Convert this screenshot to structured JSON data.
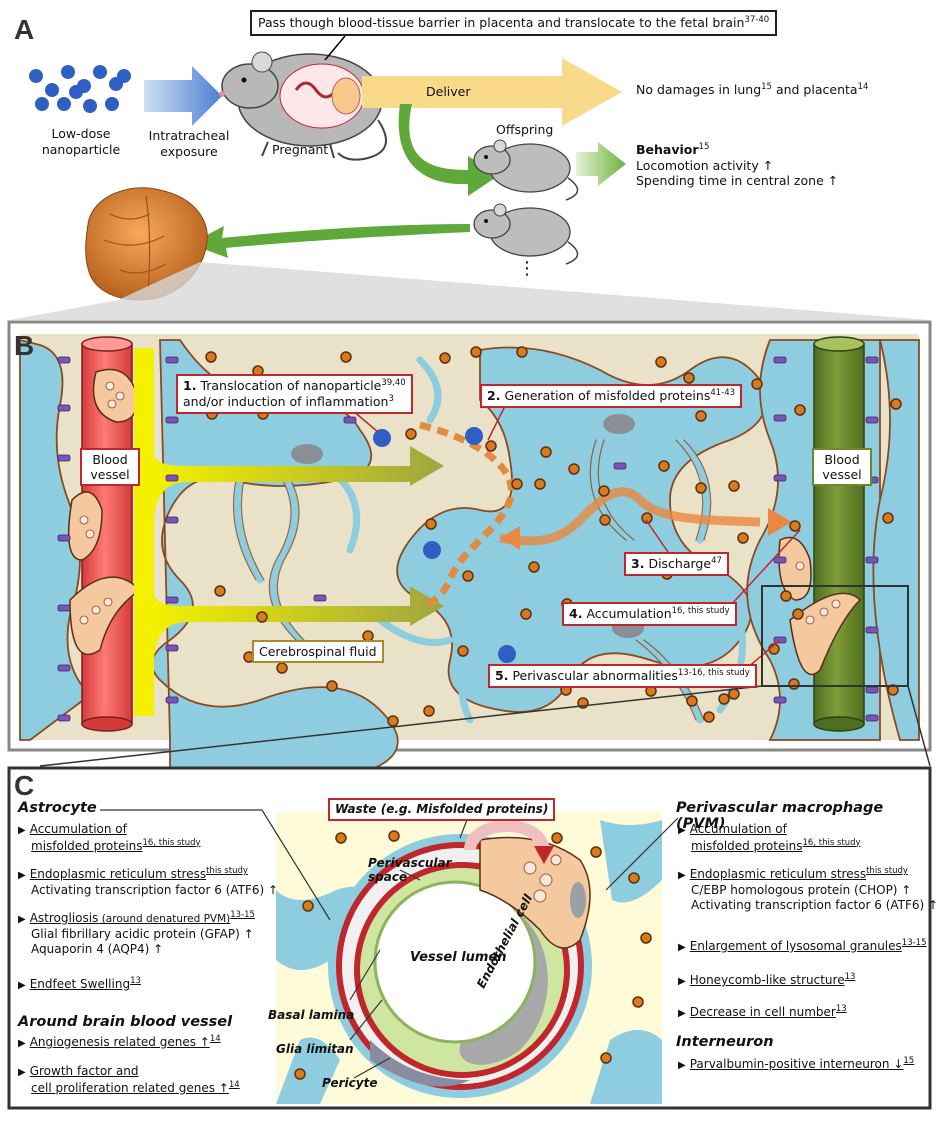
{
  "panels": {
    "a": "A",
    "b": "B",
    "c": "C"
  },
  "panel_a": {
    "barrier_text": "Pass though blood-tissue barrier in placenta and translocate to the fetal brain",
    "barrier_ref": "37-40",
    "nanoparticle_label_1": "Low-dose",
    "nanoparticle_label_2": "nanoparticle",
    "exposure_label_1": "Intratracheal",
    "exposure_label_2": "exposure",
    "pregnant_label": "Pregnant",
    "deliver_label": "Deliver",
    "no_damage_1": "No damages in lung",
    "no_damage_ref1": "15",
    "no_damage_2": " and placenta",
    "no_damage_ref2": "14",
    "offspring_label": "Offspring",
    "behavior_title": "Behavior",
    "behavior_ref": "15",
    "behavior_1": "Locomotion activity ↑",
    "behavior_2": "Spending time in central zone ↑",
    "ellipsis": "⋮"
  },
  "panel_b": {
    "blood_vessel_left": "Blood vessel",
    "blood_vessel_right": "Blood vessel",
    "csf_label": "Cerebrospinal fluid",
    "callouts": [
      {
        "num": "1.",
        "text": "Translocation of nanoparticle",
        "ref": "39,40",
        "text2": "and/or induction of inflammation",
        "ref2": "3"
      },
      {
        "num": "2.",
        "text": "Generation of misfolded proteins",
        "ref": "41-43"
      },
      {
        "num": "3.",
        "text": "Discharge",
        "ref": "47"
      },
      {
        "num": "4.",
        "text": "Accumulation",
        "ref": "16, this study"
      },
      {
        "num": "5.",
        "text": "Perivascular abnormalities",
        "ref": "13-16, this study"
      }
    ]
  },
  "panel_c": {
    "waste_label": "Waste (e.g. Misfolded proteins)",
    "astrocyte_title": "Astrocyte",
    "astrocyte_items": [
      {
        "main": "Accumulation of",
        "main2": "misfolded proteins",
        "ref": "16, this study"
      },
      {
        "main": "Endoplasmic reticulum stress",
        "ref": "this study",
        "sub1": "Activating transcription factor 6 (ATF6) ↑"
      },
      {
        "main": "Astrogliosis",
        "paren": " (around denatured PVM)",
        "ref": "13-15",
        "sub1": "Glial fibrillary acidic protein (GFAP) ↑",
        "sub2": "Aquaporin 4 (AQP4)  ↑"
      },
      {
        "main": "Endfeet Swelling",
        "ref": "13"
      }
    ],
    "vessel_title": "Around brain blood vessel",
    "vessel_items": [
      {
        "main": "Angiogenesis related genes ↑",
        "ref": "14"
      },
      {
        "main": "Growth factor and",
        "main2": "cell proliferation related genes ↑",
        "ref": "14"
      }
    ],
    "pvm_title": "Perivascular macrophage (PVM)",
    "pvm_items": [
      {
        "main": "Accumulation of",
        "main2": "misfolded proteins",
        "ref": "16, this study"
      },
      {
        "main": "Endoplasmic reticulum stress",
        "ref": "this study",
        "sub1": "C/EBP homologous protein (CHOP) ↑",
        "sub2": "Activating transcription factor 6 (ATF6) ↑"
      },
      {
        "main": "Enlargement of lysosomal granules",
        "ref": "13-15"
      },
      {
        "main": "Honeycomb-like structure",
        "ref": "13"
      },
      {
        "main": "Decrease in cell number",
        "ref": "13"
      }
    ],
    "interneuron_title": "Interneuron",
    "interneuron_item": {
      "main": "Parvalbumin-positive interneuron ↓",
      "ref": "15"
    },
    "diagram_labels": {
      "perivascular_space": "Perivascular space",
      "vessel_lumen": "Vessel lumen",
      "endothelial_cell": "Endothelial cell",
      "basal_lamina": "Basal lamina",
      "glia_limitan": "Glia limitan",
      "pericyte": "Pericyte"
    }
  },
  "colors": {
    "red_callout": "#c0272d",
    "astrocyte_blue": "#8ecde0",
    "tissue_beige": "#e9e1c8",
    "vessel_red": "#f0595a",
    "vessel_green": "#6b8a2e",
    "csf_yellow": "#f4f100",
    "particle_orange": "#d97a1c",
    "nanoparticle_blue": "#2f5fc4"
  }
}
